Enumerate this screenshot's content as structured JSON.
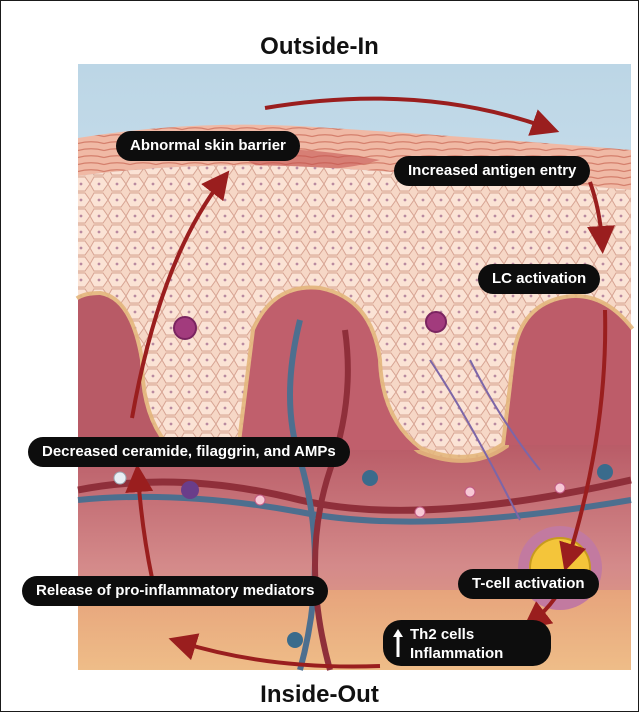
{
  "titles": {
    "top": "Outside-In",
    "bottom": "Inside-Out"
  },
  "labels": {
    "abnormal_barrier": "Abnormal skin barrier",
    "antigen_entry": "Increased antigen entry",
    "lc_activation": "LC activation",
    "decreased": "Decreased ceramide, filaggrin, and AMPs",
    "release": "Release of pro-inflammatory mediators",
    "tcell": "T-cell activation",
    "th2_line1": "Th2 cells",
    "th2_line2": "Inflammation"
  },
  "colors": {
    "arrow": "#9a1e1e",
    "pill_bg": "#0d0d0d",
    "sky": "#cfe3ee",
    "epidermis": "#f3cdb8",
    "dermis": "#c9717a",
    "fat": "#eab27a"
  }
}
